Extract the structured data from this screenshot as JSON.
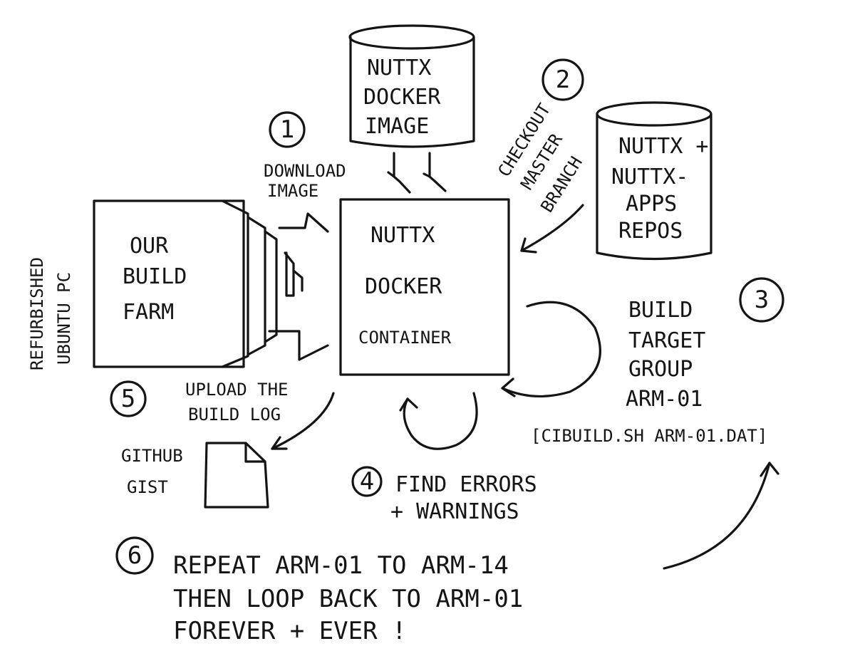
{
  "steps": {
    "s1": "1",
    "s2": "2",
    "s3": "3",
    "s4": "4",
    "s5": "5",
    "s6": "6"
  },
  "docker_image": [
    "NUTTX",
    "DOCKER",
    "IMAGE"
  ],
  "repos": [
    "NUTTX +",
    "NUTTX-",
    "APPS",
    "REPOS"
  ],
  "build_farm": [
    "OUR",
    "BUILD",
    "FARM"
  ],
  "build_farm_side": [
    "REFURBISHED",
    "UBUNTU PC"
  ],
  "container": [
    "NUTTX",
    "DOCKER",
    "CONTAINER"
  ],
  "download_label": [
    "DOWNLOAD",
    "IMAGE"
  ],
  "checkout_label": [
    "CHECKOUT",
    "MASTER",
    "BRANCH"
  ],
  "build_label": [
    "BUILD",
    "TARGET",
    "GROUP",
    "ARM-01"
  ],
  "build_command": "[CIBUILD.SH ARM-01.DAT]",
  "find_label": [
    "FIND ERRORS",
    "+ WARNINGS"
  ],
  "upload_label": [
    "UPLOAD THE",
    "BUILD LOG"
  ],
  "gist_label": [
    "GITHUB",
    "GIST"
  ],
  "repeat_label": [
    "REPEAT  ARM-01  TO  ARM-14",
    "THEN LOOP BACK TO ARM-01",
    "FOREVER + EVER !"
  ],
  "colors": {
    "ink": "#141414",
    "paper": "#ffffff"
  }
}
